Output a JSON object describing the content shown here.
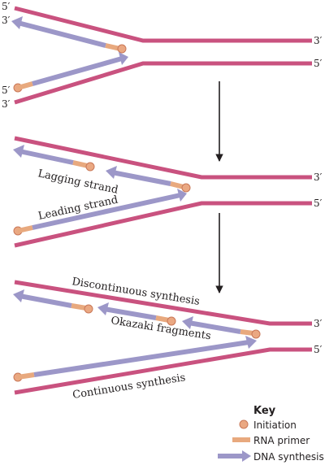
{
  "end_labels": {
    "five_prime": "5′",
    "three_prime": "3′"
  },
  "panel2": {
    "lagging_label": "Lagging strand",
    "leading_label": "Leading strand"
  },
  "panel3": {
    "discontinuous_label": "Discontinuous synthesis",
    "okazaki_label": "Okazaki fragments",
    "continuous_label": "Continuous synthesis"
  },
  "key": {
    "title": "Key",
    "items": [
      {
        "label": "Initiation",
        "symbol": "initiation-dot"
      },
      {
        "label": "RNA primer",
        "symbol": "rna-primer-bar"
      },
      {
        "label": "DNA synthesis",
        "symbol": "dna-synthesis-arrow"
      }
    ]
  },
  "colors": {
    "template_strand": "#c9527f",
    "dna_synthesis": "#9c97c8",
    "rna_primer": "#e8a97e",
    "initiation": "#eaa882",
    "arrow": "#231f20"
  }
}
